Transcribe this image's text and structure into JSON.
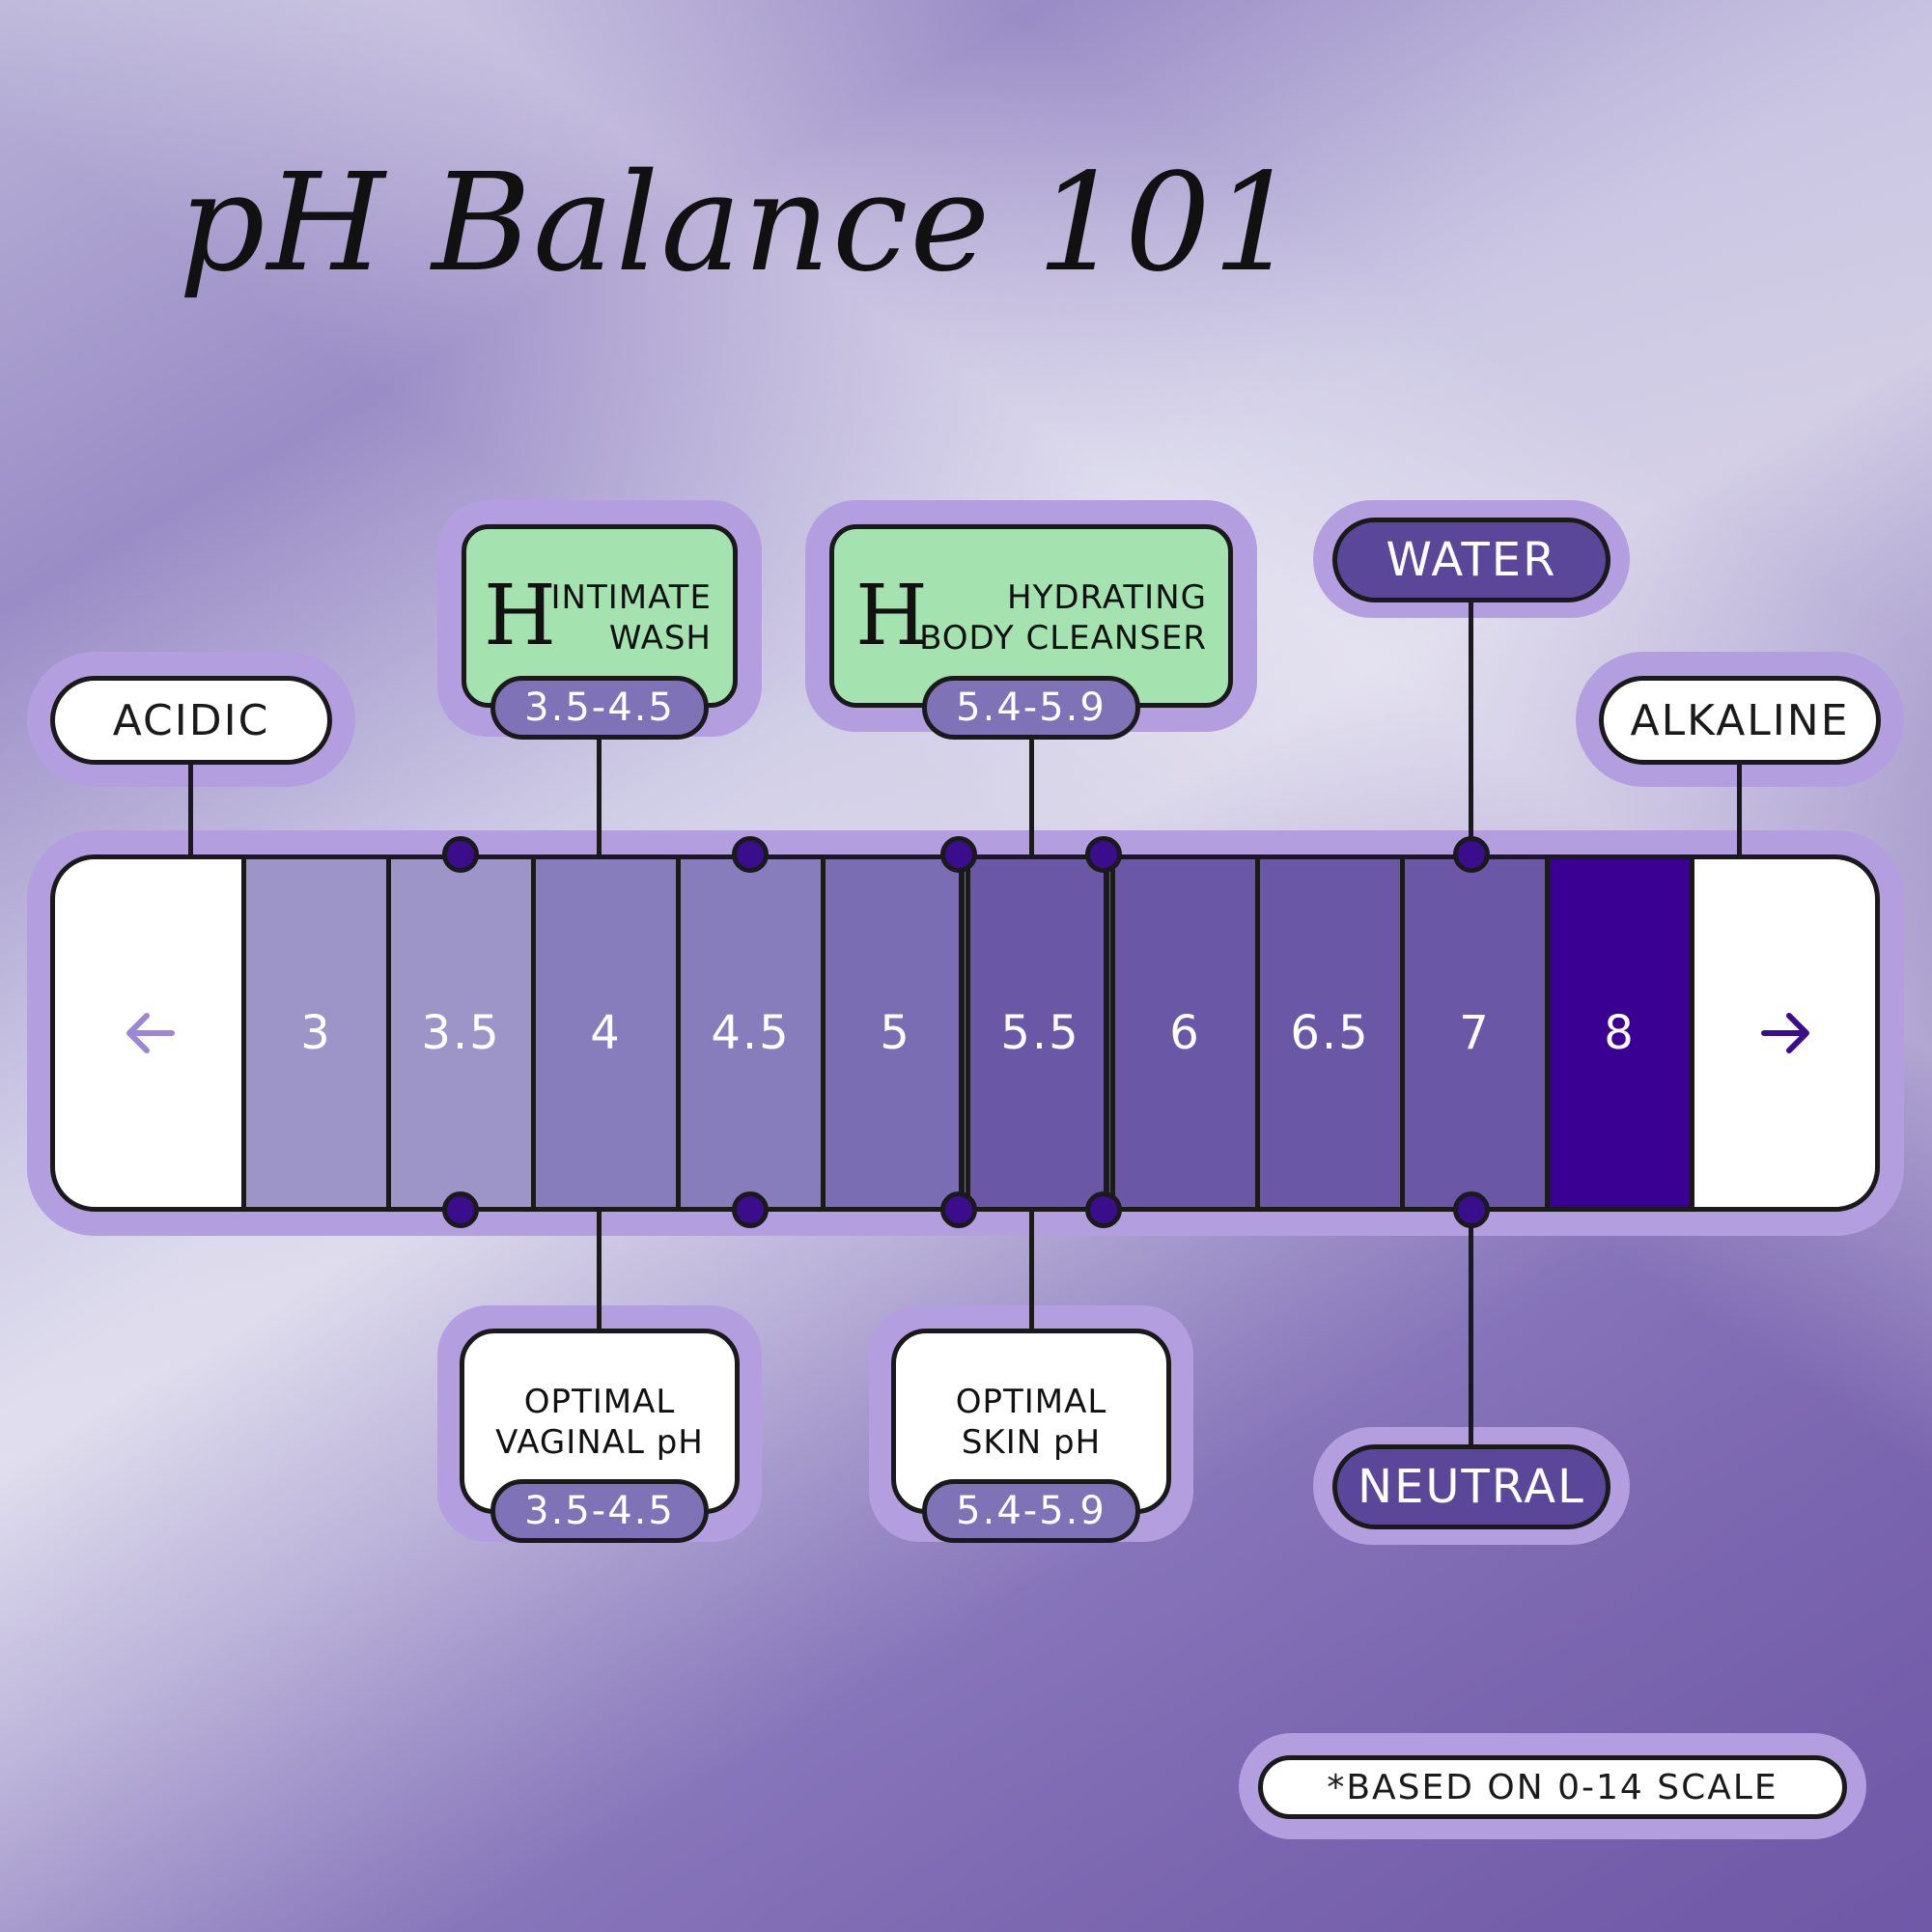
{
  "title": "pH Balance 101",
  "scale": {
    "left_label": "ACIDIC",
    "right_label": "ALKALINE",
    "cells": [
      {
        "label": "3",
        "color": "#9d94c8"
      },
      {
        "label": "3.5",
        "color": "#9d94c8"
      },
      {
        "label": "4",
        "color": "#877cbc"
      },
      {
        "label": "4.5",
        "color": "#877cbc"
      },
      {
        "label": "5",
        "color": "#7a6db4"
      },
      {
        "label": "5.5",
        "color": "#6a58a6"
      },
      {
        "label": "6",
        "color": "#6a58a6"
      },
      {
        "label": "6.5",
        "color": "#6a58a6"
      },
      {
        "label": "7",
        "color": "#6a58a6"
      },
      {
        "label": "8",
        "color": "#3a0094"
      }
    ],
    "left_arrow_icon": "arrow-left-icon",
    "right_arrow_icon": "arrow-right-icon"
  },
  "products": [
    {
      "logo": "H",
      "line1": "INTIMATE",
      "line2": "WASH",
      "range": "3.5-4.5"
    },
    {
      "logo": "H",
      "line1": "HYDRATING",
      "line2": "BODY CLEANSER",
      "range": "5.4-5.9"
    }
  ],
  "water_label": "WATER",
  "neutral_label": "NEUTRAL",
  "optimal": [
    {
      "line1": "OPTIMAL",
      "line2": "VAGINAL pH",
      "range": "3.5-4.5"
    },
    {
      "line1": "OPTIMAL",
      "line2": "SKIN pH",
      "range": "5.4-5.9"
    }
  ],
  "footnote": "*BASED ON 0-14 SCALE",
  "colors": {
    "halo": "#b39ee0",
    "product_green": "#a4e2b0",
    "dot": "#3a0d8c",
    "dark_pill": "#5a479a",
    "range_pill": "#7f72b6",
    "arrow_left": "#9c86d8",
    "arrow_right": "#3a0d8c"
  }
}
